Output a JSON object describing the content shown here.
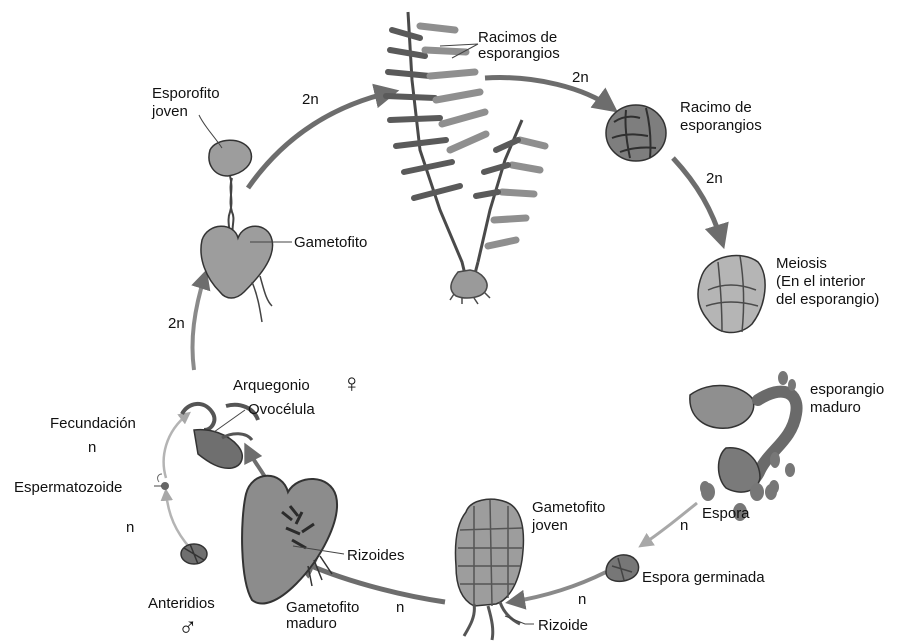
{
  "colors": {
    "ink": "#111111",
    "arrow_dark": "#6d6d6d",
    "arrow_light": "#a8a8a8",
    "tissue": "#8f8f8f",
    "tissue_dark": "#4a4a4a",
    "tissue_light": "#bdbdbd"
  },
  "labels": {
    "racimos": [
      "Racimos de",
      "esporangios"
    ],
    "racimo": [
      "Racimo de",
      "esporangios"
    ],
    "meiosis": [
      "Meiosis",
      "(En el interior",
      "del esporangio)"
    ],
    "esporangio_maduro": [
      "esporangio",
      "maduro"
    ],
    "espora": "Espora",
    "espora_germinada": "Espora germinada",
    "gametofito_joven": [
      "Gametofito",
      "joven"
    ],
    "rizoide": "Rizoide",
    "gametofito_maduro": [
      "Gametofito",
      "maduro"
    ],
    "anteridios": "Anteridios",
    "rizoides": "Rizoides",
    "espermatozoide": "Espermatozoide",
    "fecundacion": "Fecundación",
    "arquegonio": "Arquegonio",
    "ovocelula": "Ovocélula",
    "gametofito": "Gametofito",
    "esporofito_joven": [
      "Esporofito",
      "joven"
    ]
  },
  "ploidy": {
    "top_left": "2n",
    "top_right": "2n",
    "right_upper": "2n",
    "left_side": "2n",
    "espora_n": "n",
    "germinada_n": "n",
    "bottom_n": "n",
    "fecundacion_n": "n",
    "left_lower_n": "n"
  },
  "symbols": {
    "female": "♀",
    "male": "♂"
  }
}
